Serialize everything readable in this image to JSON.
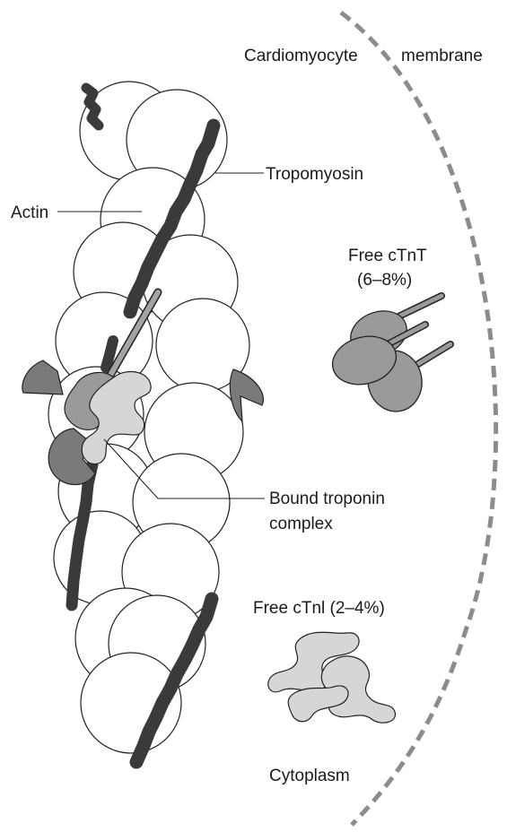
{
  "labels": {
    "membrane_left": "Cardiomyocyte",
    "membrane_right": "membrane",
    "tropomyosin": "Tropomyosin",
    "actin": "Actin",
    "free_ctnt_line1": "Free cTnT",
    "free_ctnt_line2": "(6–8%)",
    "bound_line1": "Bound troponin",
    "bound_line2": "complex",
    "free_ctni": "Free cTnl (2–4%)",
    "cytoplasm": "Cytoplasm"
  },
  "colors": {
    "tropomyosin": "#3a3a3a",
    "ctnc_dark_gray": "#7a7a7a",
    "ctnt_mid_gray": "#9a9a9a",
    "ctni_light_gray": "#d6d6d6",
    "membrane_dashes": "#8c8c8c"
  }
}
